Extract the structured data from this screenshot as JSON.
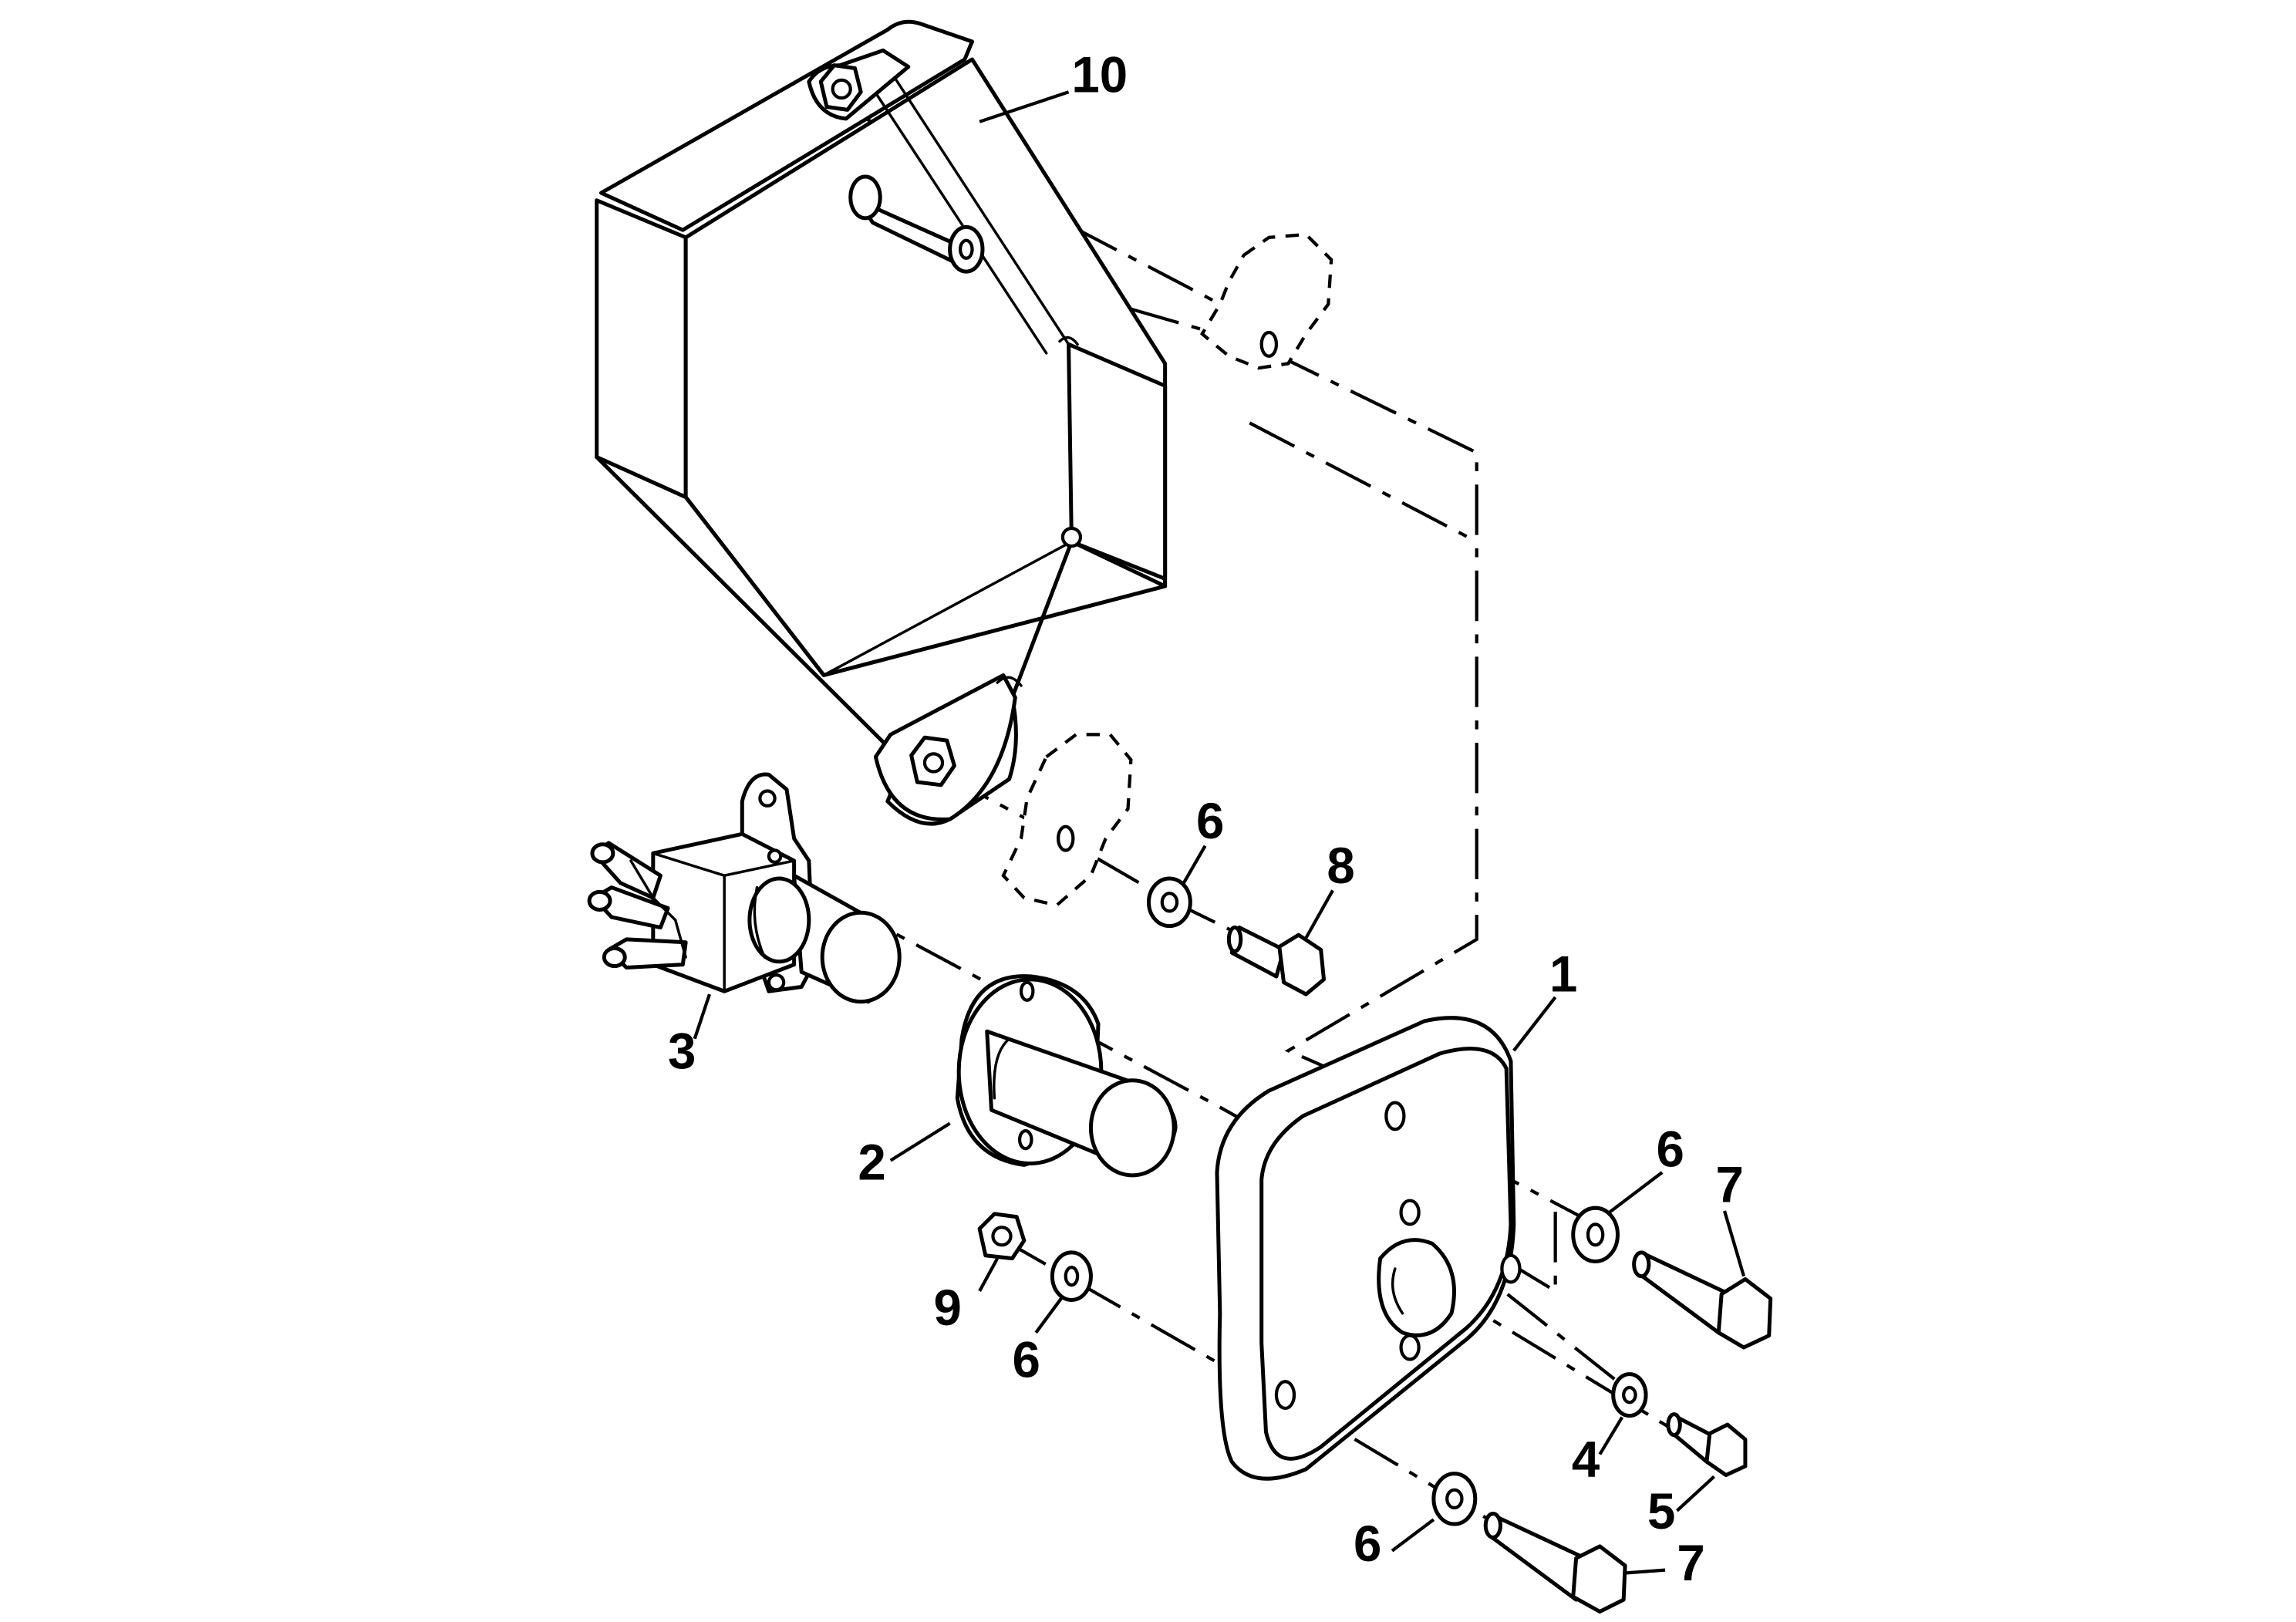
{
  "callouts": {
    "c1": "1",
    "c2": "2",
    "c3": "3",
    "c4": "4",
    "c5": "5",
    "c6a": "6",
    "c6b": "6",
    "c6c": "6",
    "c6d": "6",
    "c7a": "7",
    "c7b": "7",
    "c8": "8",
    "c9": "9",
    "c10": "10"
  }
}
